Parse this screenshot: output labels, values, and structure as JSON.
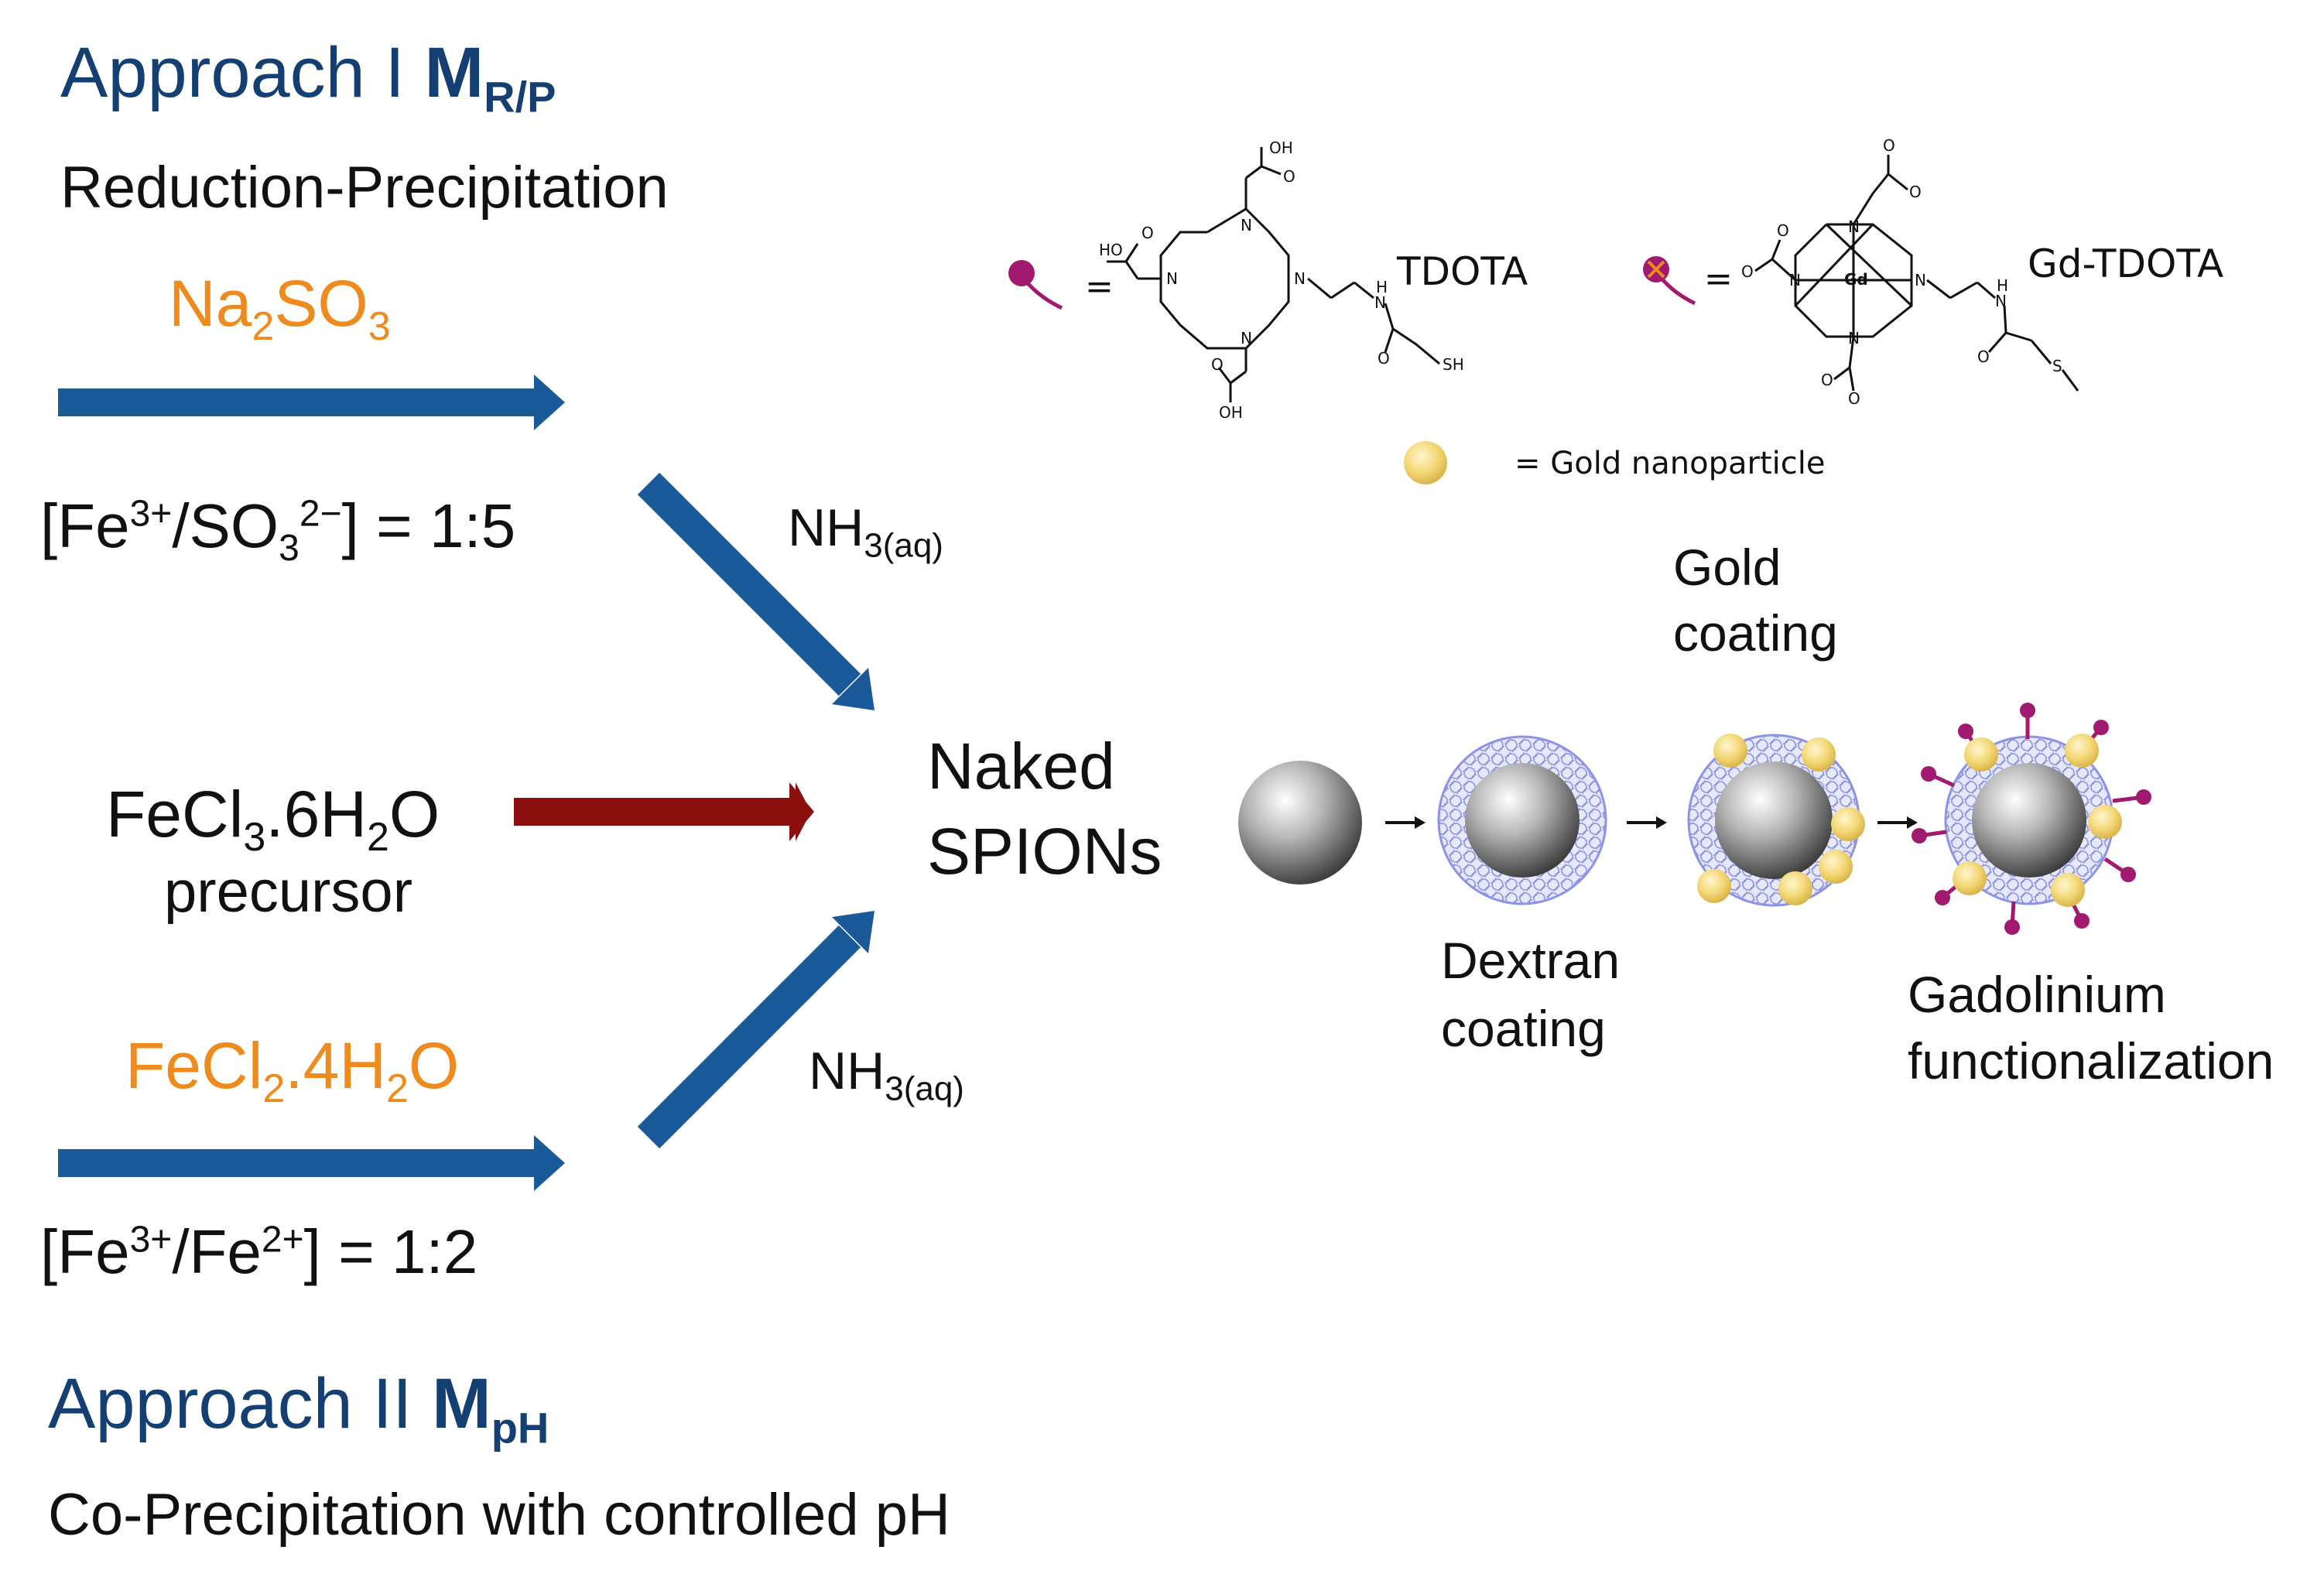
{
  "approach1": {
    "title": "Approach I ",
    "symbol": "M",
    "subscript": "R/P",
    "method": "Reduction-Precipitation",
    "reagent": {
      "a": "Na",
      "a_sub": "2",
      "b": "SO",
      "b_sub": "3"
    },
    "ratio": {
      "p1": "[Fe",
      "sup1": "3+",
      "p2": "/SO",
      "sub1": "3",
      "sup2": "2−",
      "p3": "] = 1:5"
    }
  },
  "approach2": {
    "title": "Approach II ",
    "symbol": "M",
    "subscript": "pH",
    "method": "Co-Precipitation with controlled pH",
    "reagent": {
      "a": "FeCl",
      "a_sub": "2",
      "b": ".4H",
      "b_sub": "2",
      "c": "O"
    },
    "ratio": {
      "p1": "[Fe",
      "sup1": "3+",
      "p2": "/Fe",
      "sup2": "2+",
      "p3": "] = 1:2"
    }
  },
  "precursor": {
    "a": "FeCl",
    "a_sub": "3",
    "b": ".6H",
    "b_sub": "2",
    "c": "O",
    "label": "precursor"
  },
  "ammonia": {
    "main": "NH",
    "sub": "3(aq)"
  },
  "naked": {
    "line1": "Naked",
    "line2": "SPIONs"
  },
  "steps": {
    "gold_1": "Gold",
    "gold_2": "coating",
    "dextran_1": "Dextran",
    "dextran_2": "coating",
    "gad_1": "Gadolinium",
    "gad_2": "functionalization"
  },
  "legend": {
    "tdota_label": "TDOTA",
    "gdtdota_label": "Gd-TDOTA",
    "gold_np": "= Gold  nanoparticle",
    "equals": "="
  },
  "molecule_atoms": {
    "N": "N",
    "O": "O",
    "OH": "OH",
    "HO": "HO",
    "H": "H",
    "SH": "SH",
    "S": "S",
    "Gd": "Gd"
  },
  "colors": {
    "blue_arrow": "#1b5a9a",
    "red_arrow": "#8c0f0f",
    "title_blue": "#143f73",
    "orange": "#ef8a1c",
    "magenta": "#a21a6f",
    "gold": "#f4d77a",
    "dextran": "#8c93e8"
  }
}
